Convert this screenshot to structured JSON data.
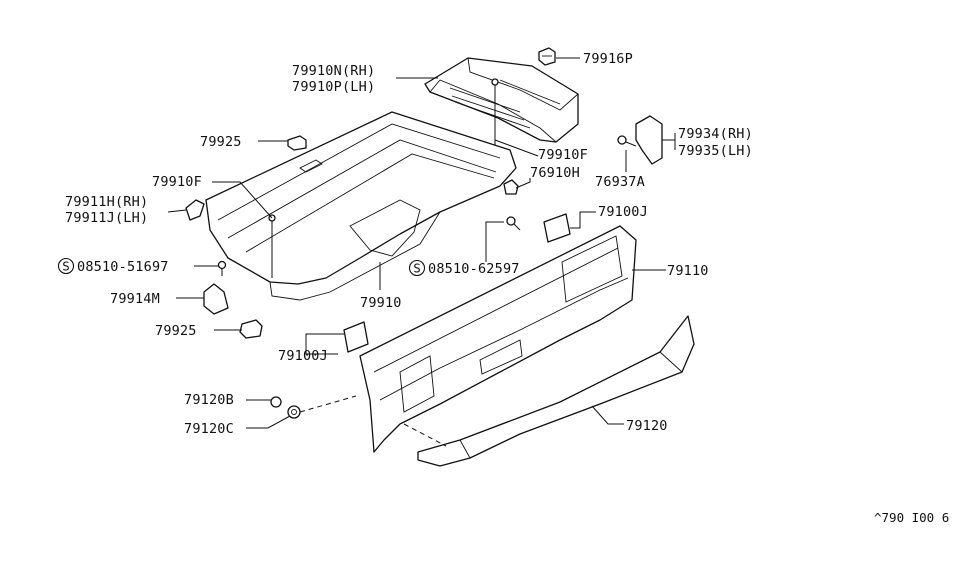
{
  "labels": {
    "p79916P": "79916P",
    "p79910N": "79910N(RH)",
    "p79910P": "79910P(LH)",
    "p79925_top": "79925",
    "p79910F_right": "79910F",
    "p79934": "79934(RH)",
    "p79935": "79935(LH)",
    "p76910H": "76910H",
    "p76937A": "76937A",
    "p79910F_left": "79910F",
    "p79911H": "79911H(RH)",
    "p79911J": "79911J(LH)",
    "p79100J_right": "79100J",
    "p08510_51697": "08510-51697",
    "p08510_62597": "08510-62597",
    "p79110": "79110",
    "p79914M": "79914M",
    "p79910": "79910",
    "p79925_bottom": "79925",
    "p79100J_left": "79100J",
    "p79120B": "79120B",
    "p79120C": "79120C",
    "p79120": "79120"
  },
  "symbols": {
    "screw_symbol": "S"
  },
  "diagram_code": "^790 I00 6"
}
